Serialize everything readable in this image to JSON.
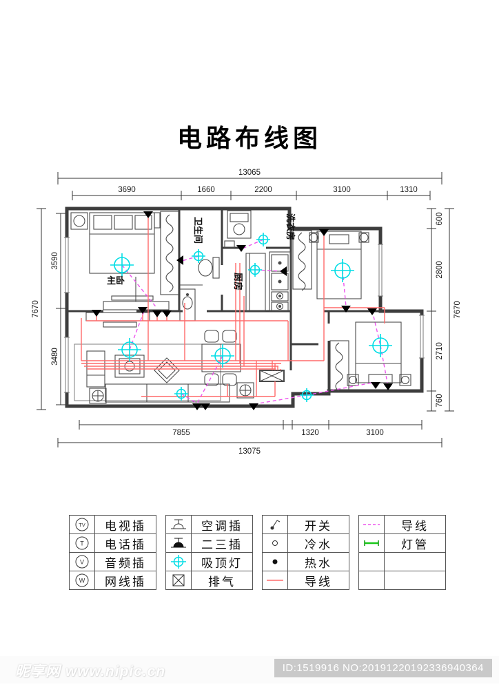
{
  "title": "电路布线图",
  "plan": {
    "rooms": {
      "master_bedroom": "主卧",
      "bathroom": "卫生间",
      "laundry": "洗衣房",
      "kitchen": "厨房"
    }
  },
  "dimensions": {
    "top": {
      "total": "13065",
      "segments": [
        "3690",
        "1660",
        "2200",
        "3100",
        "1310"
      ]
    },
    "bottom": {
      "total": "13075",
      "segments": [
        "7855",
        "1320",
        "3100"
      ]
    },
    "left": {
      "total": "7670",
      "segments": [
        "3590",
        "3480"
      ]
    },
    "right": {
      "total": "7670",
      "segments": [
        "600",
        "2800",
        "2710",
        "760"
      ]
    }
  },
  "colors": {
    "wire": "#ff6a6a",
    "control_wire": "#ee55ee",
    "ceiling_lamp": "#00dde5",
    "lamp_tube": "#18c818"
  },
  "legend": {
    "g1": [
      {
        "icon": "tv-socket-icon",
        "glyph": "TV",
        "label": "电视插"
      },
      {
        "icon": "phone-socket-icon",
        "glyph": "T",
        "label": "电话插"
      },
      {
        "icon": "audio-socket-icon",
        "glyph": "V",
        "label": "音频插"
      },
      {
        "icon": "network-socket-icon",
        "glyph": "W",
        "label": "网线插"
      }
    ],
    "g2": [
      {
        "icon": "ac-socket-icon",
        "label": "空调插"
      },
      {
        "icon": "two-three-socket-icon",
        "label": "二三插"
      },
      {
        "icon": "ceiling-lamp-icon",
        "label": "吸顶灯"
      },
      {
        "icon": "exhaust-fan-icon",
        "label": "排气"
      }
    ],
    "g3": [
      {
        "icon": "switch-icon",
        "label": "开关"
      },
      {
        "icon": "cold-water-icon",
        "label": "冷水"
      },
      {
        "icon": "hot-water-icon",
        "label": "热水"
      },
      {
        "icon": "wire-solid-icon",
        "label": "导线"
      }
    ],
    "g4": [
      {
        "icon": "wire-dashed-icon",
        "label": "导线"
      },
      {
        "icon": "lamp-tube-icon",
        "label": "灯管"
      },
      {
        "icon": "",
        "label": ""
      },
      {
        "icon": "",
        "label": ""
      }
    ]
  },
  "watermark": {
    "site": "昵享网",
    "url": "www.nipic.cn",
    "id_no": "ID:1519916 NO:20191220192336940364"
  }
}
